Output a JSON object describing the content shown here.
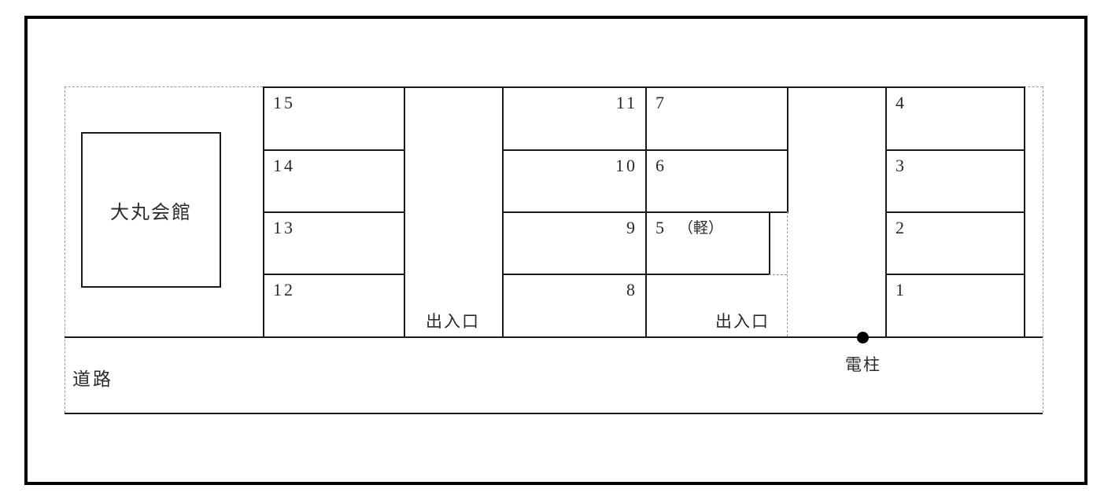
{
  "lot": {
    "building_label": "大丸会館",
    "road_label": "道路",
    "pole_label": "電柱",
    "entrance_west_label": "出入口",
    "entrance_east_label": "出入口",
    "space_5_note": "（軽）",
    "spaces": {
      "s1": "1",
      "s2": "2",
      "s3": "3",
      "s4": "4",
      "s5": "5",
      "s6": "6",
      "s7": "7",
      "s8": "8",
      "s9": "9",
      "s10": "10",
      "s11": "11",
      "s12": "12",
      "s13": "13",
      "s14": "14",
      "s15": "15"
    },
    "colors": {
      "line": "#1a1a1a",
      "dash": "#999999",
      "text": "#2a2a2a",
      "background": "#ffffff"
    }
  }
}
